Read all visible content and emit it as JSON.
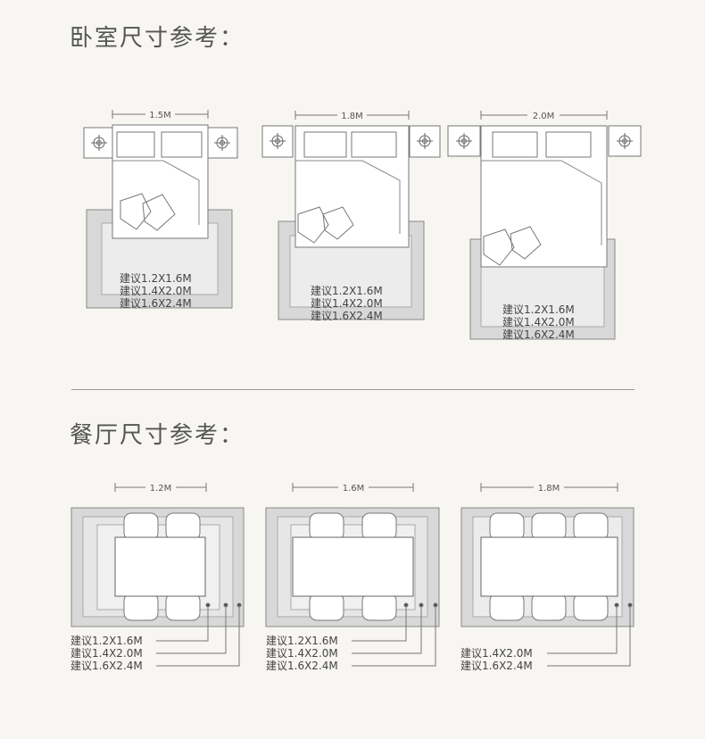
{
  "bedroom": {
    "title": "卧室尺寸参考：",
    "beds": [
      {
        "width_label": "1.5M",
        "rug_sizes": [
          "建议1.2X1.6M",
          "建议1.4X2.0M",
          "建议1.6X2.4M"
        ]
      },
      {
        "width_label": "1.8M",
        "rug_sizes": [
          "建议1.2X1.6M",
          "建议1.4X2.0M",
          "建议1.6X2.4M"
        ]
      },
      {
        "width_label": "2.0M",
        "rug_sizes": [
          "建议1.2X1.6M",
          "建议1.4X2.0M",
          "建议1.6X2.4M"
        ]
      }
    ]
  },
  "dining": {
    "title": "餐厅尺寸参考：",
    "tables": [
      {
        "width_label": "1.2M",
        "rug_sizes": [
          "建议1.2X1.6M",
          "建议1.4X2.0M",
          "建议1.6X2.4M"
        ]
      },
      {
        "width_label": "1.6M",
        "rug_sizes": [
          "建议1.2X1.6M",
          "建议1.4X2.0M",
          "建议1.6X2.4M"
        ]
      },
      {
        "width_label": "1.8M",
        "rug_sizes": [
          "建议1.4X2.0M",
          "建议1.6X2.4M"
        ]
      }
    ]
  },
  "colors": {
    "background": "#f8f6f2",
    "rug_outer": "#d8d8d8",
    "rug_inner": "#ececec",
    "line": "#666666",
    "furniture": "#ffffff"
  }
}
